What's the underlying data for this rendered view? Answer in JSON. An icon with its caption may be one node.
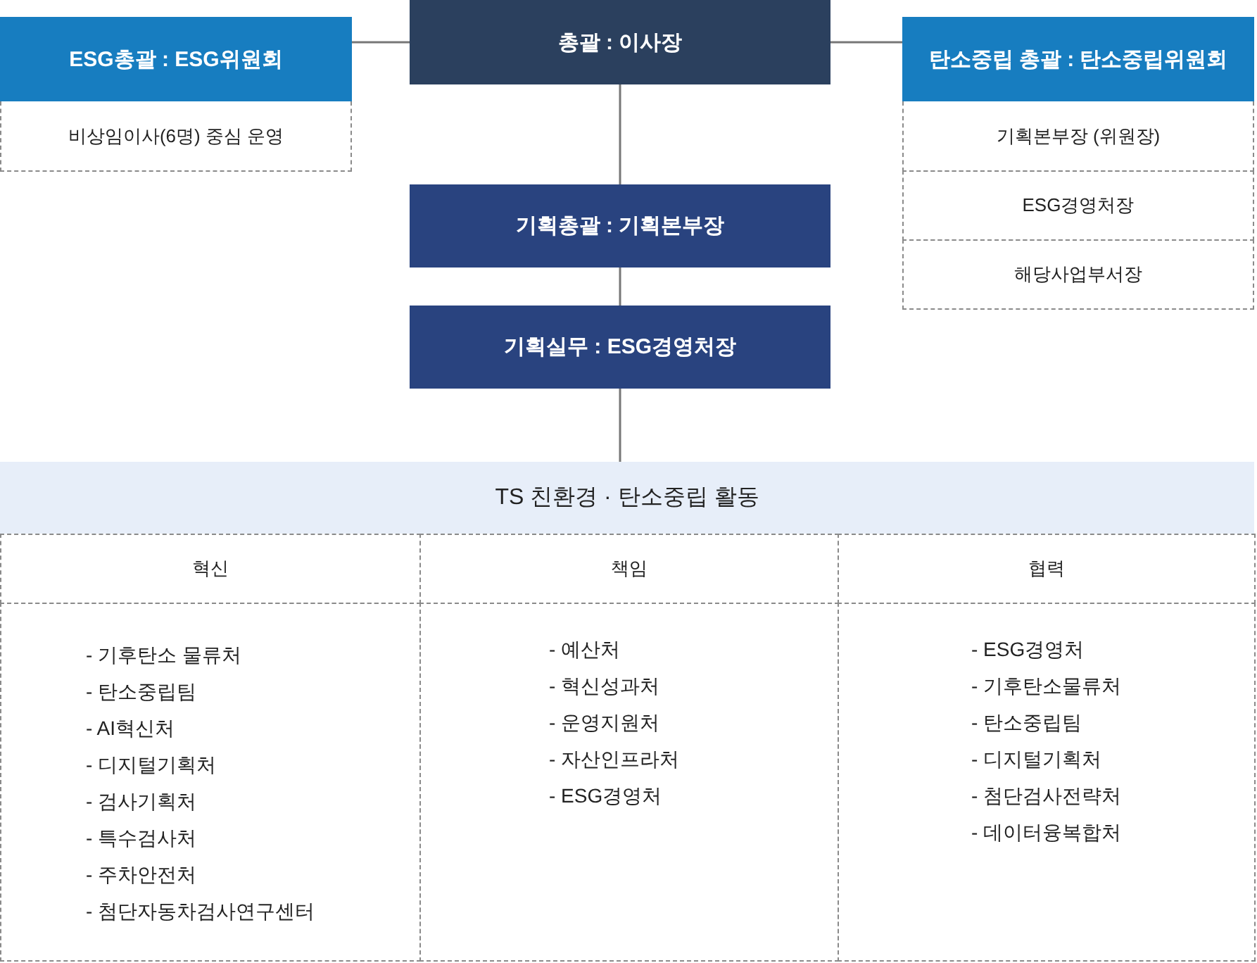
{
  "diagram": {
    "nodes": [
      {
        "text": [
          "총괄 : 이사장"
        ]
      },
      {
        "text": [
          "ESG총괄 : ESG위원회"
        ]
      },
      {
        "text": [
          "비상임이사(6명) 중심 운영"
        ]
      },
      {
        "text": [
          "탄소중립 총괄 : 탄소중립위원회"
        ]
      },
      {
        "text": [
          "기획본부장 (위원장)"
        ]
      },
      {
        "text": [
          "ESG경영처장"
        ]
      },
      {
        "text": [
          "해당사업부서장"
        ]
      },
      {
        "text": [
          "기획총괄 : 기획본부장"
        ]
      },
      {
        "text": [
          "기획실무 : ESG경영처장"
        ]
      },
      {
        "text": [
          "TS 친환경 · 탄소중립 활동"
        ]
      },
      {
        "text": [
          "혁신"
        ]
      },
      {
        "text": [
          "책임"
        ]
      },
      {
        "text": [
          "협력"
        ]
      },
      {
        "text": [
          "- 기후탄소 물류처",
          "- 탄소중립팀",
          "- AI혁신처",
          "- 디지털기획처",
          "- 검사기획처",
          "- 특수검사처",
          "- 주차안전처",
          "- 첨단자동차검사연구센터"
        ]
      },
      {
        "text": [
          "- 예산처",
          "- 혁신성과처",
          "- 운영지원처",
          "- 자산인프라처",
          "- ESG경영처"
        ]
      },
      {
        "text": [
          "- ESG경영처",
          "- 기후탄소물류처",
          "- 탄소중립팀",
          "- 디지털기획처",
          "- 첨단검사전략처",
          "- 데이터융복합처"
        ]
      }
    ],
    "edges": [
      {
        "from": 0,
        "to": 1,
        "arrow": "none"
      },
      {
        "from": 0,
        "to": 3,
        "arrow": "none"
      },
      {
        "from": 0,
        "to": 7,
        "arrow": "none"
      },
      {
        "from": 7,
        "to": 8,
        "arrow": "none"
      },
      {
        "from": 8,
        "to": 9,
        "arrow": "none"
      }
    ]
  }
}
